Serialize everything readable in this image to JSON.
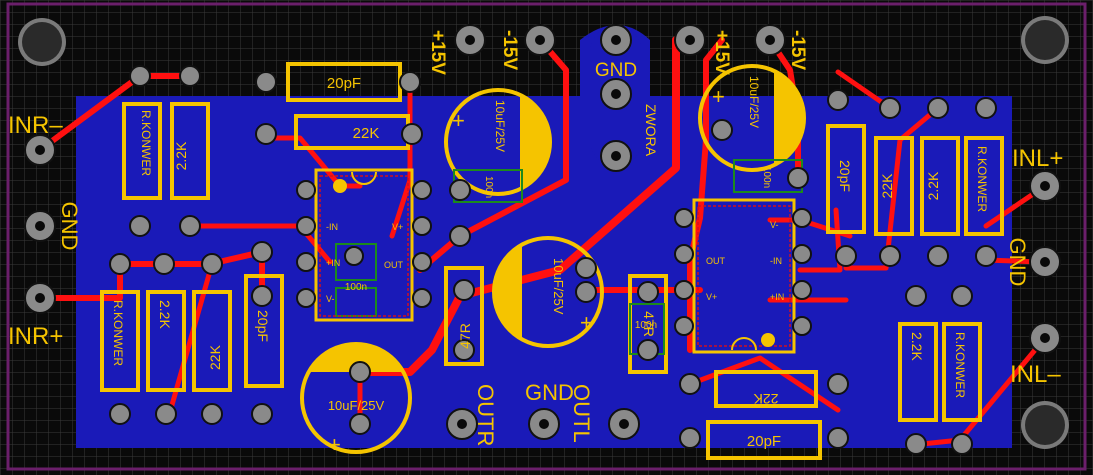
{
  "labels": {
    "inr_minus": "INR–",
    "inr_plus": "INR+",
    "inl_plus": "INL+",
    "inl_minus": "INL–",
    "gnd_left": "GND",
    "gnd_right": "GND",
    "gnd_top": "GND",
    "gnd_bottom": "GND",
    "plus15_left": "+15V",
    "minus15_left": "-15V",
    "plus15_right": "+15V",
    "minus15_right": "-15V",
    "zwora": "ZWORA",
    "outr": "OUTR",
    "outl": "OUTL"
  },
  "components": {
    "c_20pf_top": "20pF",
    "r_22k_top": "22K",
    "r_konwer_tl": "R.KONWER",
    "r_2k2_tl": "2.2K",
    "r_konwer_bl": "R.KONWER",
    "r_2k2_bl1": "2.2K",
    "r_2k2_bl2": "22K",
    "c_20pf_left": "20pF",
    "cap_top_left": "10uF/25V",
    "cap_top_right": "10uF/25V",
    "cap_center": "10uF/25V",
    "cap_bottom_left": "10uF/25V",
    "r_47r_left": "47R",
    "r_47r_right": "47R",
    "c_20pf_right": "20pF",
    "r_22k_right": "22K",
    "r_2k2_right": "2.2K",
    "r_konwer_right": "R.KONWER",
    "r_2k2_br": "2.2K",
    "r_konwer_br": "R.KONWER",
    "r_22k_bottom": "22K",
    "c_20pf_bottom": "20pF",
    "c_100n_left1": "100n",
    "c_100n_left2": "100n",
    "c_100n_right1": "100n",
    "c_100n_right2": "100n"
  },
  "ic_left": {
    "p_in_minus": "-IN",
    "p_in_plus": "+IN",
    "p_vminus": "V-",
    "p_vplus": "V+",
    "p_out": "OUT"
  },
  "ic_right": {
    "p_out": "OUT",
    "p_vplus": "V+",
    "p_in_minus": "-IN",
    "p_in_plus": "+IN",
    "p_vminus": "V-"
  },
  "colors": {
    "board": "#0a0a0a",
    "copper": "#1a1ab8",
    "silk": "#f5c400",
    "trace": "#ff1010",
    "pad": "#8a8a8a",
    "outline": "#6b1f6b"
  }
}
